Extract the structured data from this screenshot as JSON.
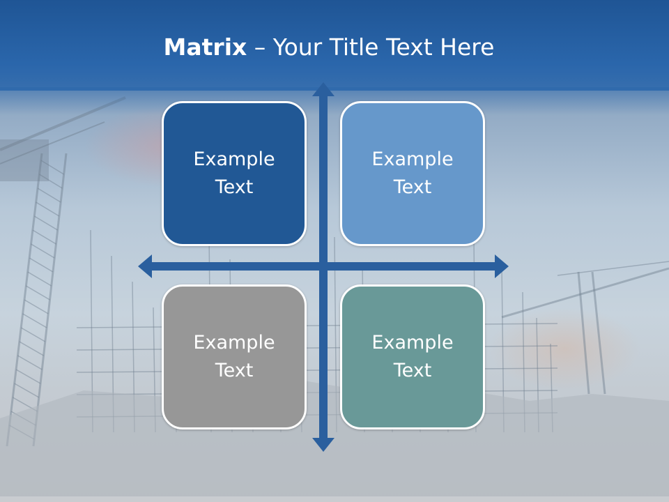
{
  "title": {
    "bold": "Matrix",
    "rest": " – Your Title Text Here"
  },
  "quadrants": [
    {
      "text": "Example Text",
      "color": "#215895"
    },
    {
      "text": "Example Text",
      "color": "#6698cb"
    },
    {
      "text": "Example Text",
      "color": "#979797"
    },
    {
      "text": "Example Text",
      "color": "#699998"
    }
  ],
  "colors": {
    "banner": "#2a66ab",
    "axis": "#2a5f9e",
    "box_border": "#ffffff"
  }
}
